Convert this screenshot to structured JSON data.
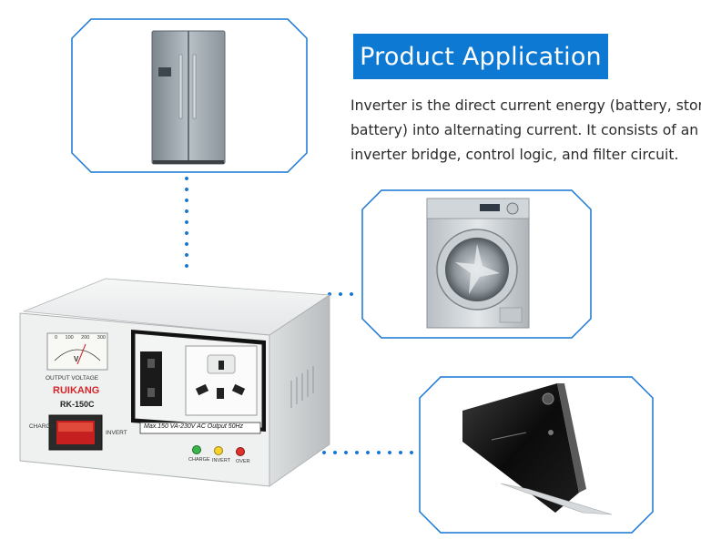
{
  "header": {
    "title": "Product Application"
  },
  "description": {
    "lines": [
      "Inverter is the direct current energy (battery, storage",
      "battery) into alternating current. It consists of an",
      "inverter bridge, control logic, and filter circuit."
    ]
  },
  "device": {
    "meter_scale": [
      "0",
      "100",
      "200",
      "300"
    ],
    "meter_unit": "V",
    "output_voltage_label": "OUTPUT VOLTAGE",
    "brand": "RUIKANG",
    "model": "RK-150C",
    "charge_label": "CHARGE",
    "invert_label": "INVERT",
    "spec_label": "Max.150 VA-230V AC Output 50Hz",
    "led_labels": [
      "CHARGE",
      "INVERT",
      "OVER"
    ]
  },
  "colors": {
    "accent": "#0d79d2",
    "dots": "#1777d4",
    "brand_red": "#d3262b"
  },
  "icons": [
    "refrigerator-icon",
    "washing-machine-icon",
    "range-hood-icon"
  ]
}
